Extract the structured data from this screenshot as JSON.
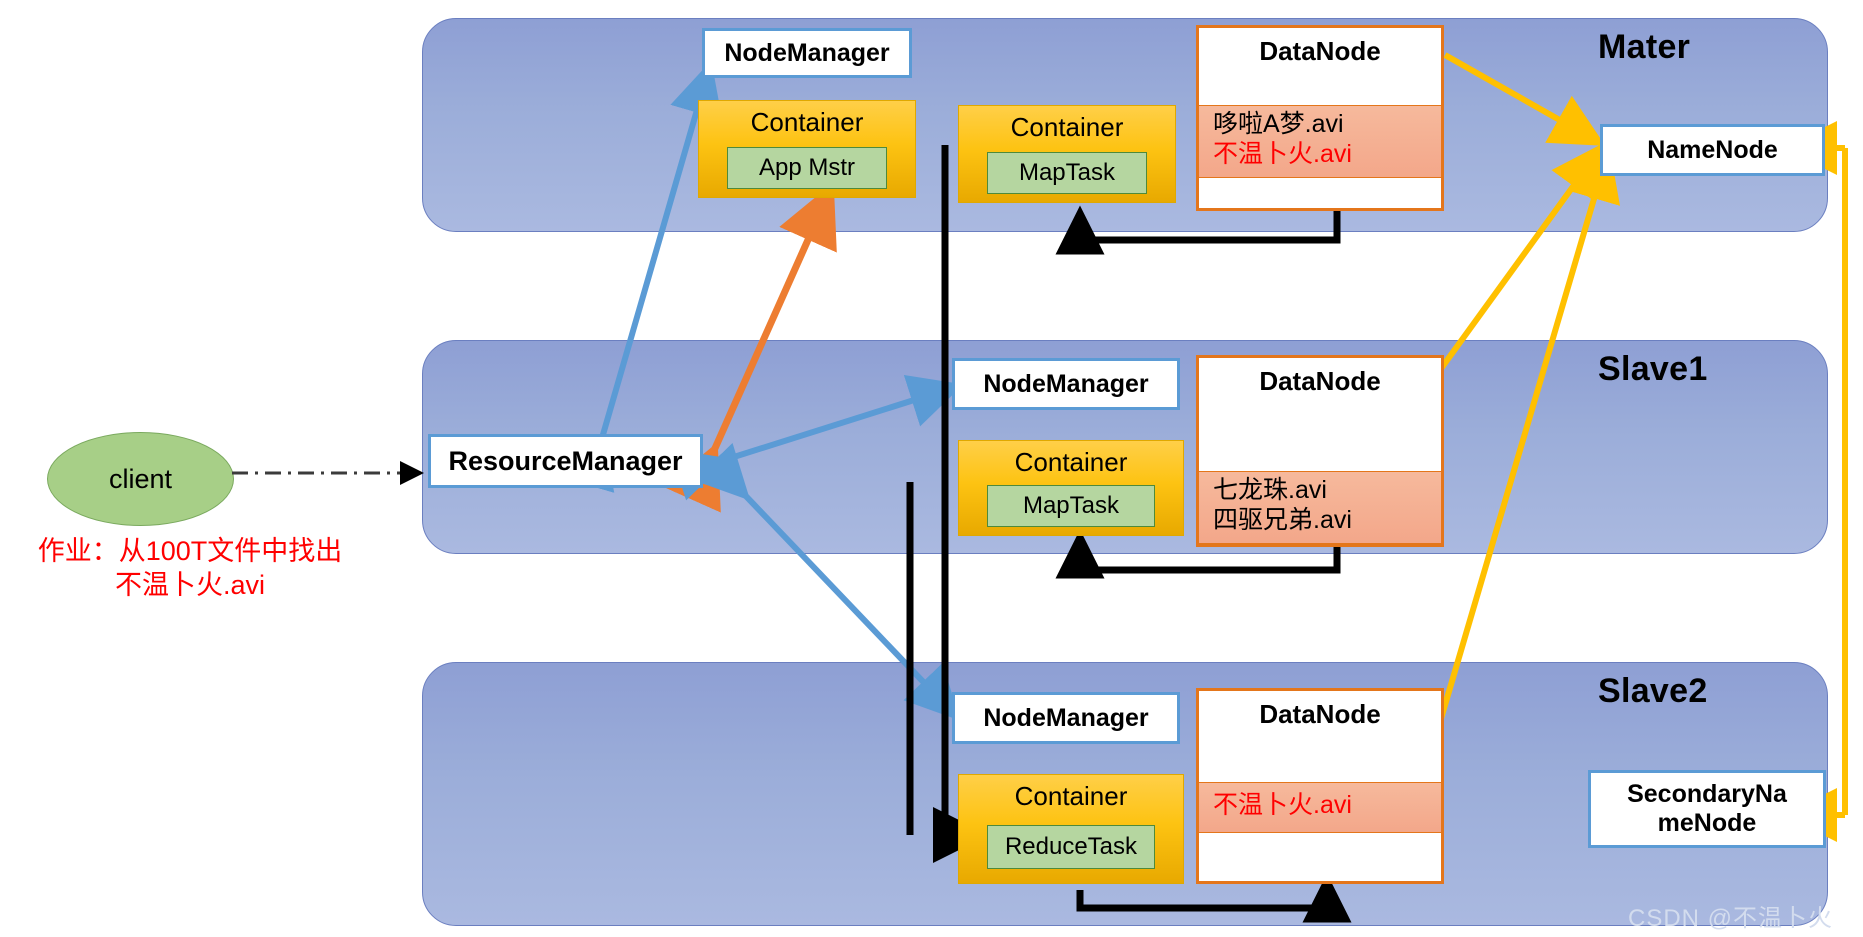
{
  "racks": [
    {
      "label": "Mater"
    },
    {
      "label": "Slave1"
    },
    {
      "label": "Slave2"
    }
  ],
  "client": {
    "label": "client",
    "job_note": "作业：从100T文件中找出\n不温卜火.avi"
  },
  "resource_manager": {
    "label": "ResourceManager"
  },
  "name_node": {
    "label": "NameNode"
  },
  "secondary_name_node": {
    "label": "SecondaryNa\nmeNode"
  },
  "master": {
    "node_manager": "NodeManager",
    "containers": [
      {
        "title": "Container",
        "task": "App Mstr"
      },
      {
        "title": "Container",
        "task": "MapTask"
      }
    ],
    "data_node": {
      "title": "DataNode",
      "files": [
        {
          "name": "哆啦A梦.avi",
          "highlight": false
        },
        {
          "name": "不温卜火.avi",
          "highlight": true
        }
      ]
    }
  },
  "slave1": {
    "node_manager": "NodeManager",
    "containers": [
      {
        "title": "Container",
        "task": "MapTask"
      }
    ],
    "data_node": {
      "title": "DataNode",
      "files": [
        {
          "name": "七龙珠.avi",
          "highlight": false
        },
        {
          "name": "四驱兄弟.avi",
          "highlight": false
        }
      ]
    }
  },
  "slave2": {
    "node_manager": "NodeManager",
    "containers": [
      {
        "title": "Container",
        "task": "ReduceTask"
      }
    ],
    "data_node": {
      "title": "DataNode",
      "files": [
        {
          "name": "不温卜火.avi",
          "highlight": true
        }
      ]
    }
  },
  "watermark": "CSDN @不温卜火",
  "colors": {
    "rack": "#9badd9",
    "container": "#fdc312",
    "task": "#b5d6a0",
    "datanode_border": "#e4761b",
    "datanode_band": "#f3a78a",
    "box_border": "#5b9bd5",
    "arrow_blue": "#5b9bd5",
    "arrow_orange": "#ed7d31",
    "arrow_yellow": "#ffc000",
    "arrow_black": "#000000",
    "highlight_text": "#ff0000",
    "client_fill": "#a7cf87"
  }
}
